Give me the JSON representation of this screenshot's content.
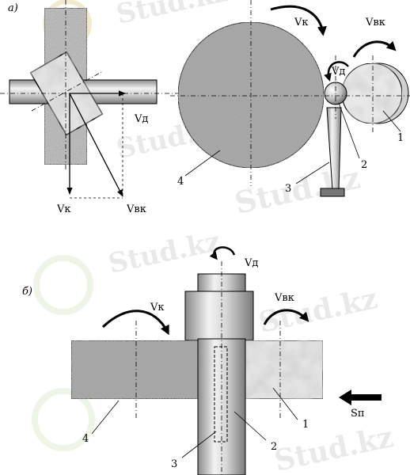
{
  "watermark": "Stud.kz",
  "panel_a": {
    "label": "а)",
    "left_view": {
      "v_k": "Vк",
      "v_d": "Vд",
      "v_vk": "Vвк"
    },
    "right_view": {
      "v_k": "Vк",
      "v_vk": "Vвк",
      "v_d": "Vд",
      "callout_1": "1",
      "callout_2": "2",
      "callout_3": "3",
      "callout_4": "4"
    }
  },
  "panel_b": {
    "label": "б)",
    "v_d": "Vд",
    "v_k": "Vк",
    "v_vk": "Vвк",
    "s_p": "Sп",
    "callout_1": "1",
    "callout_2": "2",
    "callout_3": "3",
    "callout_4": "4"
  }
}
